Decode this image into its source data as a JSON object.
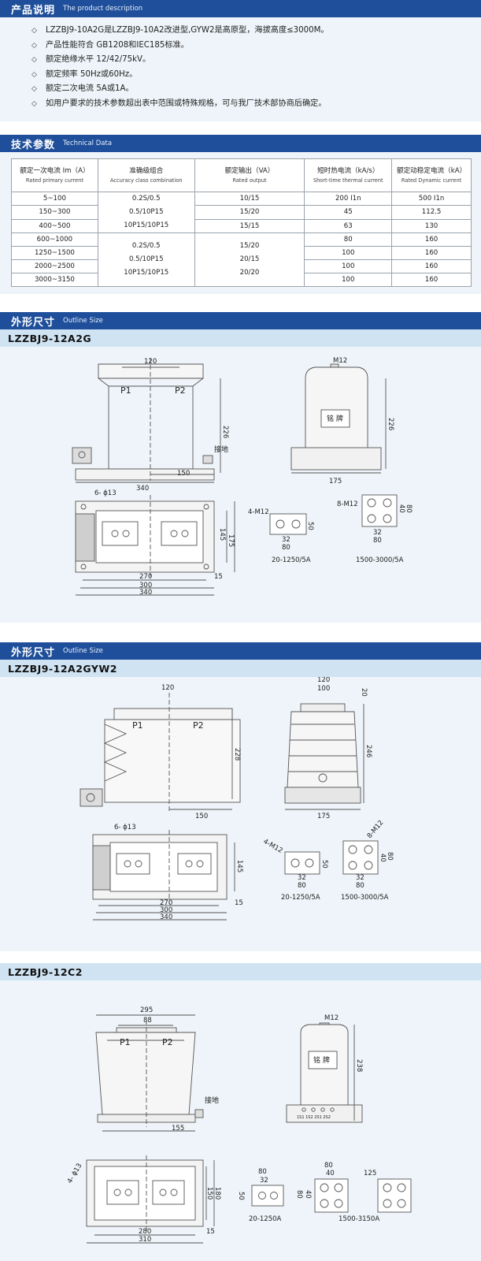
{
  "description": {
    "title_cn": "产品说明",
    "title_en": "The product description",
    "items": [
      "LZZBJ9-10A2G是LZZBJ9-10A2改进型,GYW2是高原型，海拔高度≤3000M。",
      "产品性能符合 GB1208和IEC185标准。",
      "额定绝缘水平 12/42/75kV。",
      "额定频率 50Hz或60Hz。",
      "额定二次电流 5A或1A。",
      "如用户要求的技术参数超出表中范围或特殊规格，可与我厂技术部协商后确定。"
    ],
    "bullet": "◇"
  },
  "technical": {
    "title_cn": "技术参数",
    "title_en": "Technical Data",
    "headers": [
      {
        "cn": "额定一次电流 Im（A）",
        "en": "Rated primary current"
      },
      {
        "cn": "准确级组合",
        "en": "Accuracy class combination"
      },
      {
        "cn": "额定输出（VA）",
        "en": "Rated  output"
      },
      {
        "cn": "短时热电流（kA/s）",
        "en": "Short-time thermal current"
      },
      {
        "cn": "额定动稳定电流（kA）",
        "en": "Rated Dynamic current"
      }
    ],
    "currents": [
      "5~100",
      "150~300",
      "400~500",
      "600~1000",
      "1250~1500",
      "2000~2500",
      "3000~3150"
    ],
    "accuracy": [
      "0.2S/0.5",
      "0.5/10P15",
      "10P15/10P15"
    ],
    "output_group1": [
      "10/15",
      "15/20",
      "15/15"
    ],
    "output_group2": [
      "15/20",
      "20/15",
      "20/20"
    ],
    "thermal": [
      "200 I1n",
      "45",
      "63",
      "80",
      "100",
      "100",
      "100"
    ],
    "dynamic": [
      "500 I1n",
      "112.5",
      "130",
      "160",
      "160",
      "160",
      "160"
    ]
  },
  "outline1": {
    "title_cn": "外形尺寸",
    "title_en": "Outline Size",
    "model": "LZZBJ9-12A2G",
    "labels": {
      "p1": "P1",
      "p2": "P2",
      "dim_120": "120",
      "dim_226": "226",
      "dim_340": "340",
      "dim_150": "150",
      "ground": "接地",
      "m12": "M12",
      "nameplate": "铭 牌",
      "dim_226b": "226",
      "dim_175": "175",
      "holes": "6- ϕ13",
      "dim_145": "145",
      "dim_175b": "175",
      "dim_270": "270",
      "dim_300": "300",
      "dim_340b": "340",
      "dim_15": "15",
      "t1_m": "4-M12",
      "t1_50": "50",
      "t1_32": "32",
      "t1_80": "80",
      "t1_cap": "20-1250/5A",
      "t2_m": "8-M12",
      "t2_40": "40",
      "t2_80v": "80",
      "t2_32": "32",
      "t2_80": "80",
      "t2_cap": "1500-3000/5A"
    }
  },
  "outline2": {
    "title_cn": "外形尺寸",
    "title_en": "Outline Size",
    "model": "LZZBJ9-12A2GYW2",
    "labels": {
      "p1": "P1",
      "p2": "P2",
      "dim_120": "120",
      "dim_228": "228",
      "dim_150": "150",
      "s_120": "120",
      "s_100": "100",
      "s_20": "20",
      "s_246": "246",
      "s_175": "175",
      "holes": "6- ϕ13",
      "dim_145": "145",
      "dim_270": "270",
      "dim_300": "300",
      "dim_340": "340",
      "dim_15": "15",
      "t1_m": "4-M12",
      "t1_50": "50",
      "t1_32": "32",
      "t1_80": "80",
      "t1_cap": "20-1250/5A",
      "t2_m": "8-M12",
      "t2_40": "40",
      "t2_80v": "80",
      "t2_32": "32",
      "t2_80": "80",
      "t2_cap": "1500-3000/5A"
    }
  },
  "outline3": {
    "model": "LZZBJ9-12C2",
    "labels": {
      "dim_295": "295",
      "dim_88": "88",
      "p1": "P1",
      "p2": "P2",
      "ground": "接地",
      "dim_155": "155",
      "m12": "M12",
      "nameplate": "铭 牌",
      "dim_238": "238",
      "terminals": "1S1 1S2 2S1 2S2",
      "holes": "4- ϕ13",
      "dim_150": "150",
      "dim_180": "180",
      "dim_280": "280",
      "dim_310": "310",
      "dim_15": "15",
      "t1_50": "50",
      "t1_80": "80",
      "t1_32": "32",
      "t1_cap": "20-1250A",
      "t2_80": "80",
      "t2_40": "40",
      "t2_80v": "80",
      "t2_40v": "40",
      "t2_125": "125",
      "t2_cap": "1500-3150A"
    }
  }
}
